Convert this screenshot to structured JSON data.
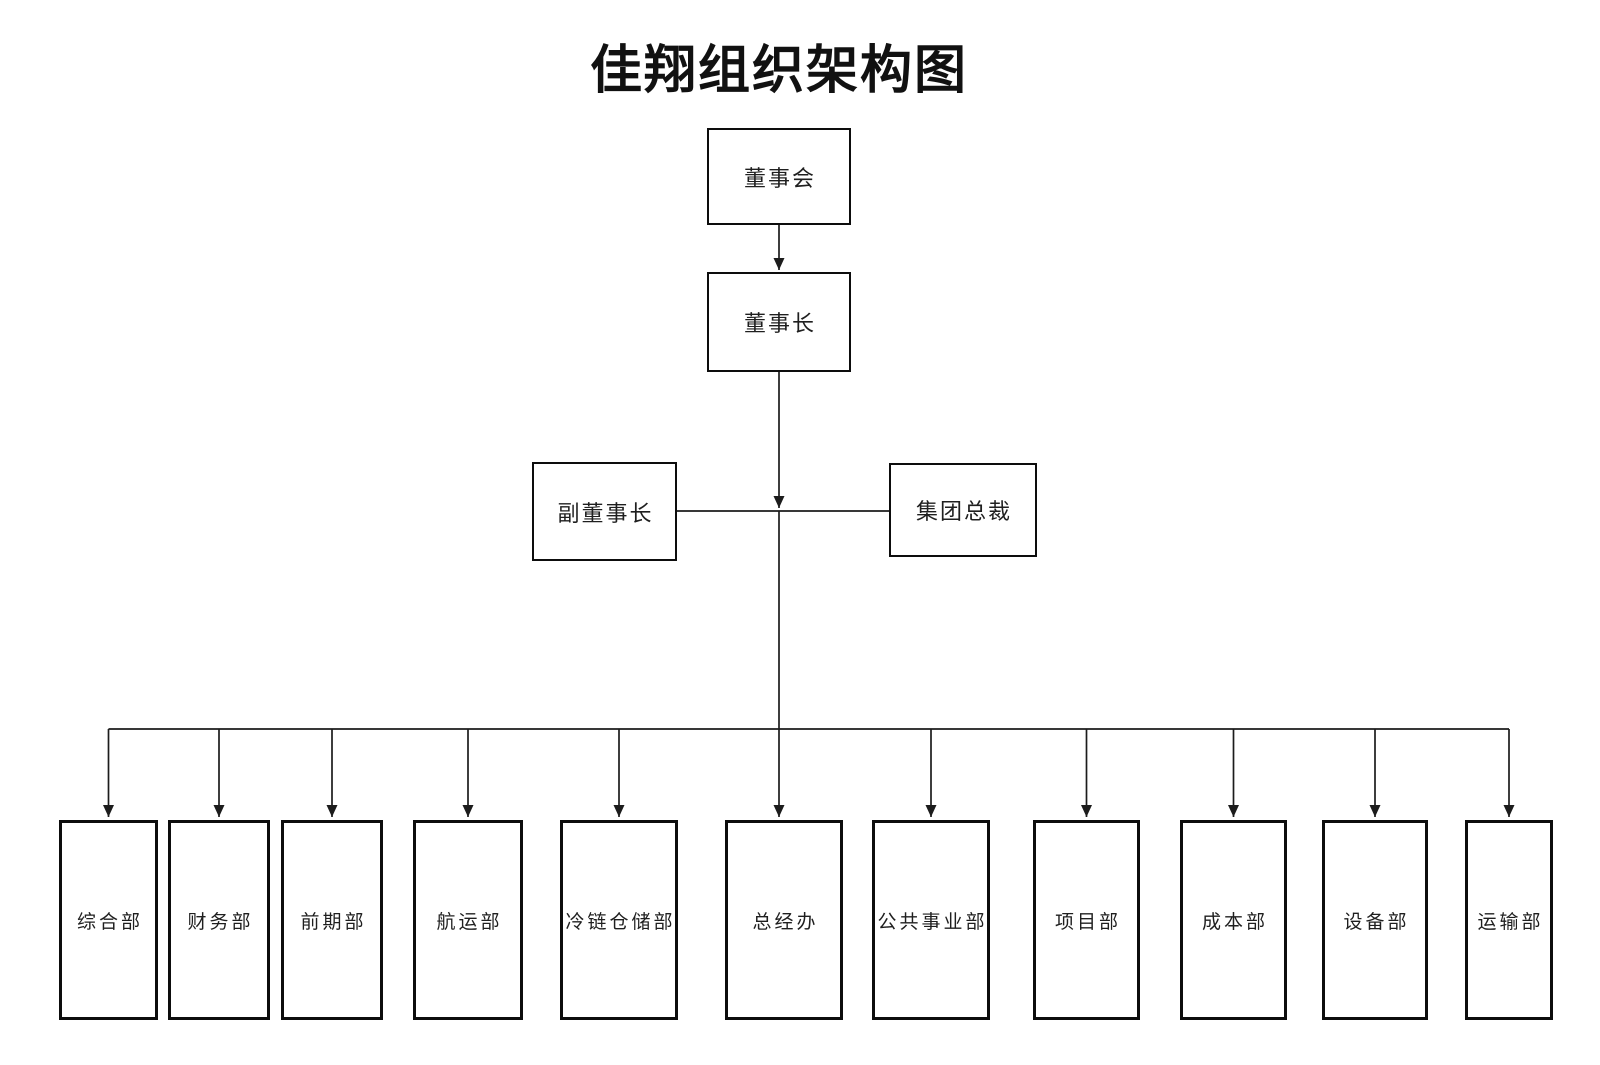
{
  "title": "佳翔组织架构图",
  "nodes": {
    "board": "董事会",
    "chairman": "董事长",
    "vice_chairman": "副董事长",
    "group_president": "集团总裁"
  },
  "departments": [
    "综合部",
    "财务部",
    "前期部",
    "航运部",
    "冷链仓储部",
    "总经办",
    "公共事业部",
    "项目部",
    "成本部",
    "设备部",
    "运输部"
  ],
  "hierarchy": {
    "board_to": "chairman",
    "chairman_to": [
      "vice_chairman",
      "group_president"
    ],
    "crossbar_to": "all departments"
  },
  "colors": {
    "ink": "#1c1c1c",
    "box_border": "#0d0d0d",
    "background": "#ffffff",
    "text": "#1f1f1f"
  }
}
